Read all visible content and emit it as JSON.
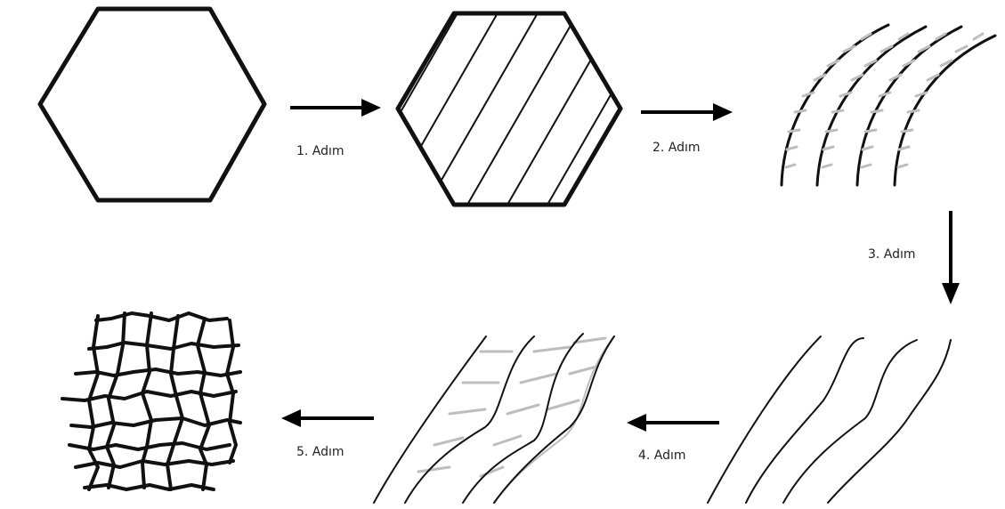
{
  "steps": [
    {
      "label": "1. Adım"
    },
    {
      "label": "2. Adım"
    },
    {
      "label": "3. Adım"
    },
    {
      "label": "4. Adım"
    },
    {
      "label": "5. Adım"
    }
  ],
  "colors": {
    "ink": "#111111",
    "arrow": "#000000",
    "faint_links": "#bdbdbd",
    "background": "#ffffff"
  }
}
